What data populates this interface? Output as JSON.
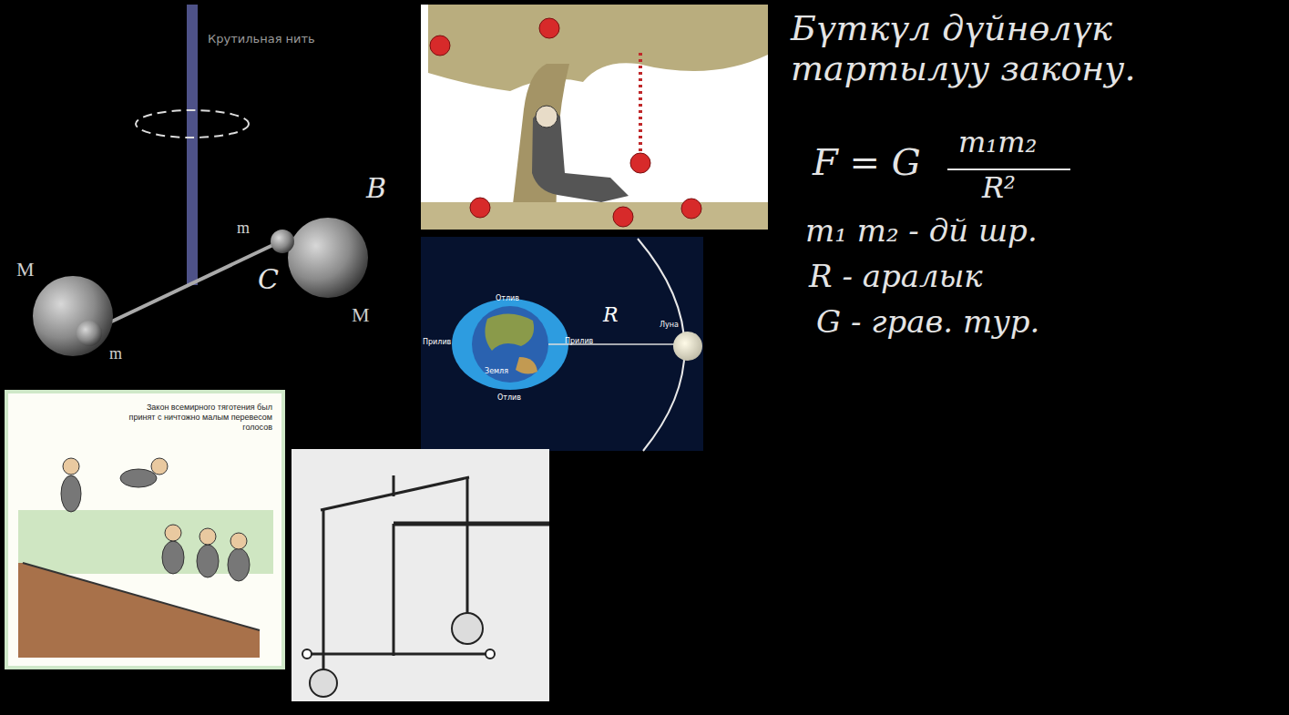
{
  "diagram": {
    "nodes": [
      {
        "text": [
          "Закон всемирного тяготения был принят с ничтожно малым перевесом голосов"
        ]
      }
    ],
    "labels": [
      "Крутильная нить",
      "M",
      "m",
      "m",
      "M",
      "B",
      "C",
      "Отлив",
      "Прилив",
      "Прилив",
      "Земля",
      "Отлив",
      "R",
      "Луна",
      "Бүткүл дүйнөлүк тартылуу закону.",
      "F = G",
      "m₁m₂",
      "R²",
      "m₁ m₂ - дй шр.",
      "R - аралык",
      "G - грав. тур."
    ]
  }
}
